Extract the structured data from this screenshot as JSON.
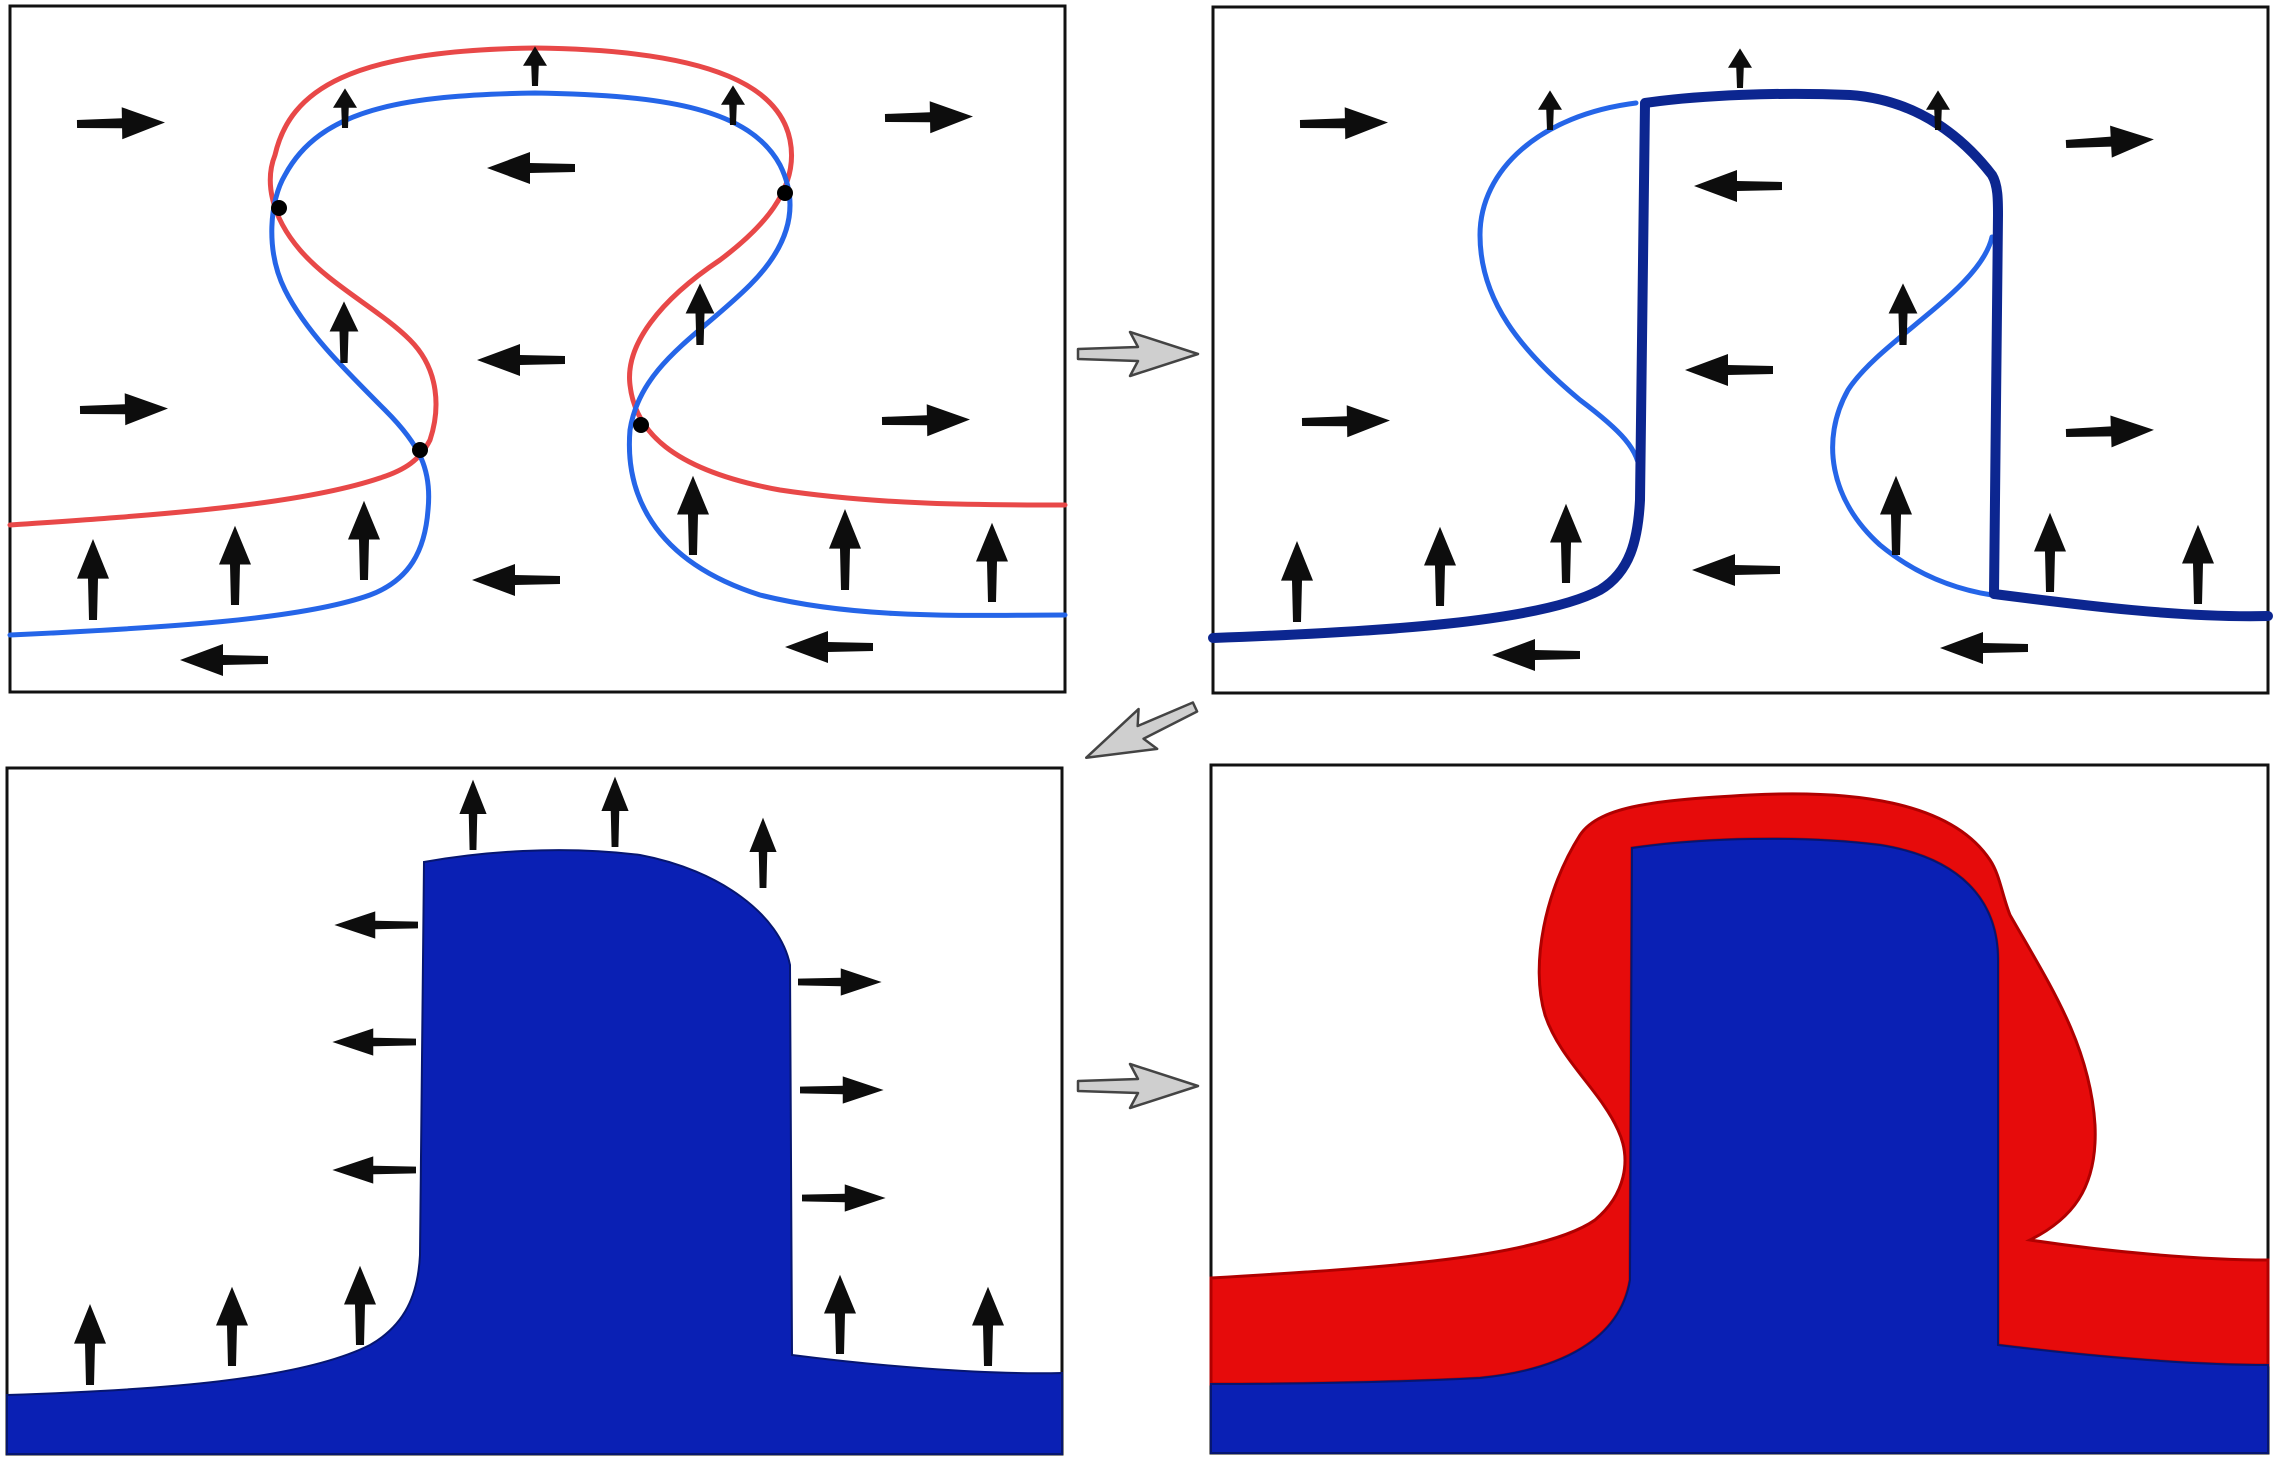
{
  "colors": {
    "red_curve": "#e84848",
    "blue_curve": "#2565e8",
    "dark_blue_curve": "#0c2690",
    "fill_blue": "#0a20b4",
    "fill_red": "#e60b0b",
    "fill_red_edge": "#b00000",
    "arrow": "#0d0d0d",
    "transition_arrow": "#cfcfcf",
    "intersection_point": "#000000"
  },
  "panels": [
    {
      "name": "panel-top-left",
      "description_icon": "two-interfaces-crossing"
    },
    {
      "name": "panel-top-right",
      "description_icon": "merged-interface"
    },
    {
      "name": "panel-bottom-left",
      "description_icon": "filled-region"
    },
    {
      "name": "panel-bottom-right",
      "description_icon": "filled-region-with-layer"
    }
  ],
  "transitions": [
    {
      "from": "panel-top-left",
      "to": "panel-top-right"
    },
    {
      "from": "panel-top-right",
      "to": "panel-bottom-left"
    },
    {
      "from": "panel-bottom-left",
      "to": "panel-bottom-right"
    }
  ]
}
